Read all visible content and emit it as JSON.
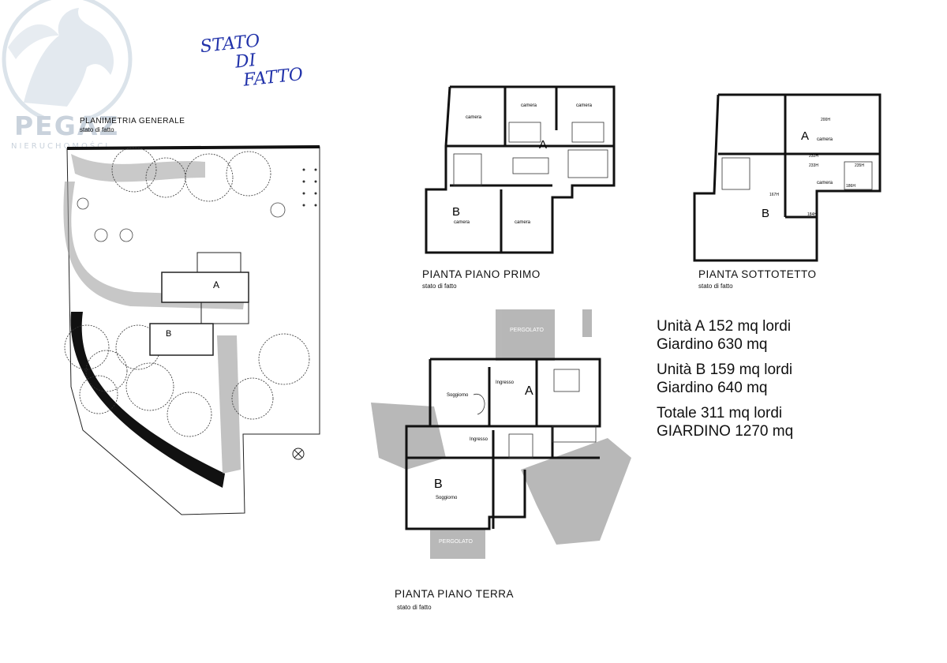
{
  "logo": {
    "brand": "PEGAZ",
    "tagline": "NIERUCHOMOŚCI"
  },
  "handwriting": {
    "lines": [
      "STATO",
      "DI",
      "FATTO"
    ]
  },
  "plans": {
    "general": {
      "title": "PLANIMETRIA GENERALE",
      "subtitle": "stato di fatto"
    },
    "first_floor": {
      "title": "PIANTA PIANO PRIMO",
      "subtitle": "stato di fatto"
    },
    "attic": {
      "title": "PIANTA SOTTOTETTO",
      "subtitle": "stato di fatto"
    },
    "ground_floor": {
      "title": "PIANTA PIANO TERRA",
      "subtitle": "stato di fatto"
    }
  },
  "room_labels": {
    "unit_a": "A",
    "unit_b": "B",
    "camera": "camera",
    "soggiorno": "Soggiorno",
    "ingresso": "Ingresso",
    "pergolato": "PERGOLATO",
    "h200": "200H",
    "h232": "232H",
    "h233": "233H",
    "h167": "167H",
    "h184": "184H",
    "h186": "186H",
    "h235": "235H"
  },
  "summary": {
    "unit_a_area": "Unità A  152 mq lordi",
    "unit_a_garden": "Giardino 630 mq",
    "unit_b_area": "Unità B  159 mq lordi",
    "unit_b_garden": "Giardino 640 mq",
    "total_area": "Totale  311 mq lordi",
    "total_garden": "GIARDINO 1270 mq"
  }
}
